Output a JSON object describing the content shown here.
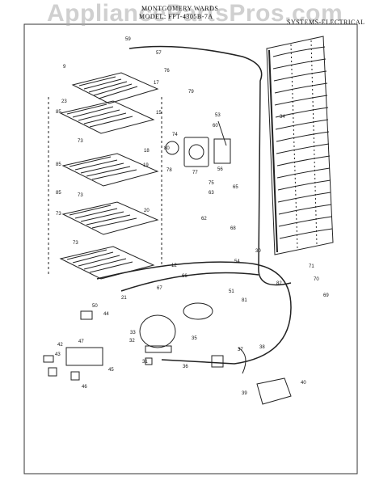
{
  "watermark": "AppliancePartsPros.com",
  "header": {
    "brand": "MONTGOMERY WARDS",
    "model": "MODEL: FPT-4305B-7A",
    "section": "SYSTEMS-ELECTRICAL"
  },
  "part_callouts": [
    "59",
    "57",
    "76",
    "9",
    "17",
    "23",
    "79",
    "15",
    "85",
    "73",
    "53",
    "60",
    "74",
    "80",
    "34",
    "18",
    "77",
    "78",
    "19",
    "56",
    "75",
    "85",
    "65",
    "63",
    "73",
    "20",
    "62",
    "85",
    "68",
    "73",
    "30",
    "12",
    "71",
    "73",
    "66",
    "54",
    "82",
    "51",
    "67",
    "70",
    "21",
    "50",
    "69",
    "44",
    "81",
    "33",
    "35",
    "32",
    "47",
    "42",
    "38",
    "37",
    "43",
    "31",
    "36",
    "45",
    "46",
    "40",
    "39"
  ]
}
